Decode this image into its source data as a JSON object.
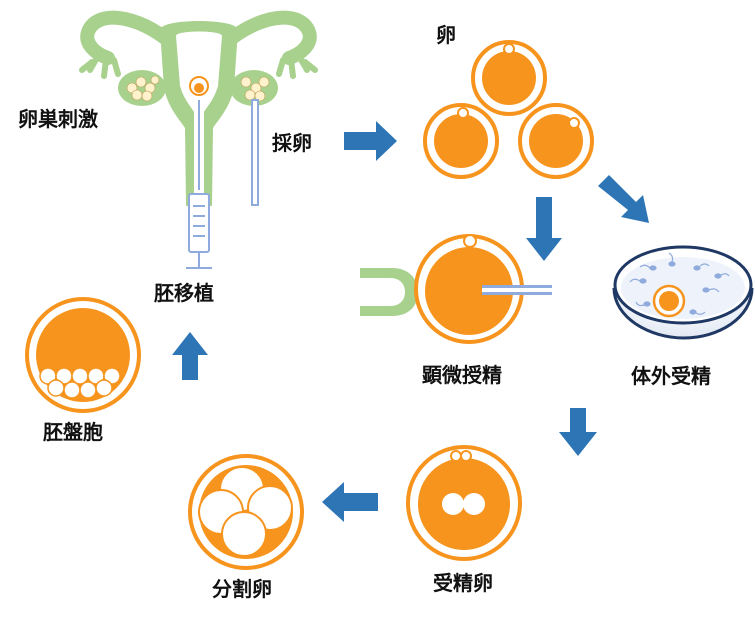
{
  "labels": {
    "ovarian_stimulation": "卵巣刺激",
    "egg_retrieval": "採卵",
    "egg": "卵",
    "microinsemination": "顕微授精",
    "ivf": "体外受精",
    "fertilized_egg": "受精卵",
    "cleaving_egg": "分割卵",
    "blastocyst": "胚盤胞",
    "embryo_transfer": "胚移植"
  },
  "colors": {
    "orange": "#F7941D",
    "uterus_green": "#A9D18E",
    "arrow_blue": "#2E75B6",
    "dish_outline": "#1F3864",
    "needle_blue": "#8FAADC"
  }
}
